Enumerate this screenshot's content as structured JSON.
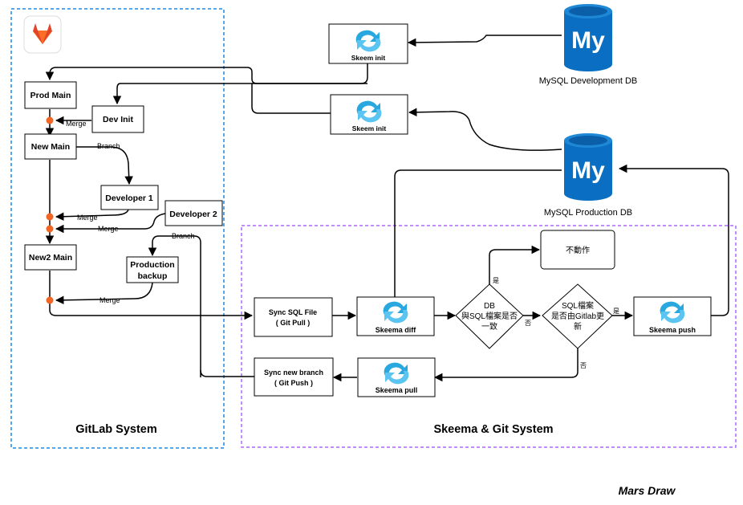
{
  "gitlab": {
    "title": "GitLab System",
    "logo": "gitlab-fox-logo",
    "prod_main": "Prod Main",
    "dev_init": "Dev Init",
    "new_main": "New Main",
    "developer1": "Developer 1",
    "developer2": "Developer 2",
    "new2_main": "New2 Main",
    "production_backup_l1": "Production",
    "production_backup_l2": "backup",
    "label_merge": "Merge",
    "label_branch": "Branch"
  },
  "skeema": {
    "title": "Skeema & Git System",
    "sync_sql_l1": "Sync SQL File",
    "sync_sql_l2": "( Git Pull )",
    "skeema_diff": "Skeema diff",
    "decision1_l1": "DB",
    "decision1_l2": "與SQL檔案是否",
    "decision1_l3": "一致",
    "decision2_l1": "SQL檔案",
    "decision2_l2": "是否由Gitlab更",
    "decision2_l3": "新",
    "no_action": "不動作",
    "skeema_push": "Skeema push",
    "skeema_pull": "Skeema pull",
    "sync_branch_l1": "Sync new branch",
    "sync_branch_l2": "( Git Push )",
    "yes": "是",
    "no": "否"
  },
  "db": {
    "dev_db": "MySQL Development DB",
    "prod_db": "MySQL Production DB",
    "db_logo_text": "My",
    "skeem_init": "Skeem init"
  },
  "footer": {
    "author": "Mars Draw"
  },
  "colors": {
    "gitlab_border": "#1E88E5",
    "skeema_border": "#B266FF",
    "mysql_blue": "#0A6FC2",
    "skeema_icon": "#29A8E0",
    "merge_dot": "#F26522",
    "gitlab_orange": "#E24329"
  },
  "icons": [
    "gitlab-fox-icon",
    "skeema-sync-icon",
    "mysql-db-icon"
  ]
}
